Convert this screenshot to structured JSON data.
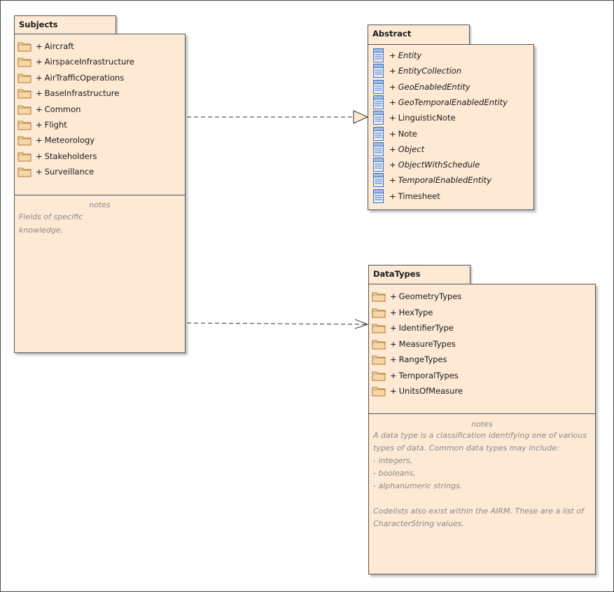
{
  "packages": {
    "subjects": {
      "name": "Subjects",
      "items": [
        {
          "vis": "+",
          "label": "Aircraft"
        },
        {
          "vis": "+",
          "label": "AirspaceInfrastructure"
        },
        {
          "vis": "+",
          "label": "AirTrafficOperations"
        },
        {
          "vis": "+",
          "label": "BaseInfrastructure"
        },
        {
          "vis": "+",
          "label": "Common"
        },
        {
          "vis": "+",
          "label": "Flight"
        },
        {
          "vis": "+",
          "label": "Meteorology"
        },
        {
          "vis": "+",
          "label": "Stakeholders"
        },
        {
          "vis": "+",
          "label": "Surveillance"
        }
      ],
      "notes_title": "notes",
      "notes_lines": [
        "Fields of specific",
        "knowledge."
      ]
    },
    "abstract": {
      "name": "Abstract",
      "items": [
        {
          "vis": "+",
          "label": "Entity",
          "italic": true
        },
        {
          "vis": "+",
          "label": "EntityCollection",
          "italic": true
        },
        {
          "vis": "+",
          "label": "GeoEnabledEntity",
          "italic": true
        },
        {
          "vis": "+",
          "label": "GeoTemporalEnabledEntity",
          "italic": true
        },
        {
          "vis": "+",
          "label": "LinguisticNote",
          "italic": false
        },
        {
          "vis": "+",
          "label": "Note",
          "italic": false
        },
        {
          "vis": "+",
          "label": "Object",
          "italic": true
        },
        {
          "vis": "+",
          "label": "ObjectWithSchedule",
          "italic": true
        },
        {
          "vis": "+",
          "label": "TemporalEnabledEntity",
          "italic": true
        },
        {
          "vis": "+",
          "label": "Timesheet",
          "italic": false
        }
      ]
    },
    "datatypes": {
      "name": "DataTypes",
      "items": [
        {
          "vis": "+",
          "label": "GeometryTypes"
        },
        {
          "vis": "+",
          "label": "HexType"
        },
        {
          "vis": "+",
          "label": "IdentifierType"
        },
        {
          "vis": "+",
          "label": "MeasureTypes"
        },
        {
          "vis": "+",
          "label": "RangeTypes"
        },
        {
          "vis": "+",
          "label": "TemporalTypes"
        },
        {
          "vis": "+",
          "label": "UnitsOfMeasure"
        }
      ],
      "notes_title": "notes",
      "notes_lines": [
        "A data type is a classification identifying one of various",
        "types of data. Common data types may include:",
        "-    integers,",
        "-    booleans,",
        "-    alphanumeric strings.",
        "",
        "Codelists also exist within the AIRM. These are a list of",
        "CharacterString values."
      ]
    }
  },
  "connectors": [
    {
      "from": "Subjects",
      "to": "Abstract",
      "style": "dashed",
      "head": "hollow-triangle"
    },
    {
      "from": "Subjects",
      "to": "DataTypes",
      "style": "dashed",
      "head": "open-arrow"
    }
  ],
  "colors": {
    "package_fill": "#fde9d4",
    "border": "#555555",
    "folder_fill": "#f7d7a8",
    "folder_stroke": "#b07a30",
    "class_icon_blue": "#3d6fb6",
    "note_text": "#8a8a8a"
  },
  "icons": {
    "package_item": "folder-icon",
    "class_item": "class-icon"
  }
}
